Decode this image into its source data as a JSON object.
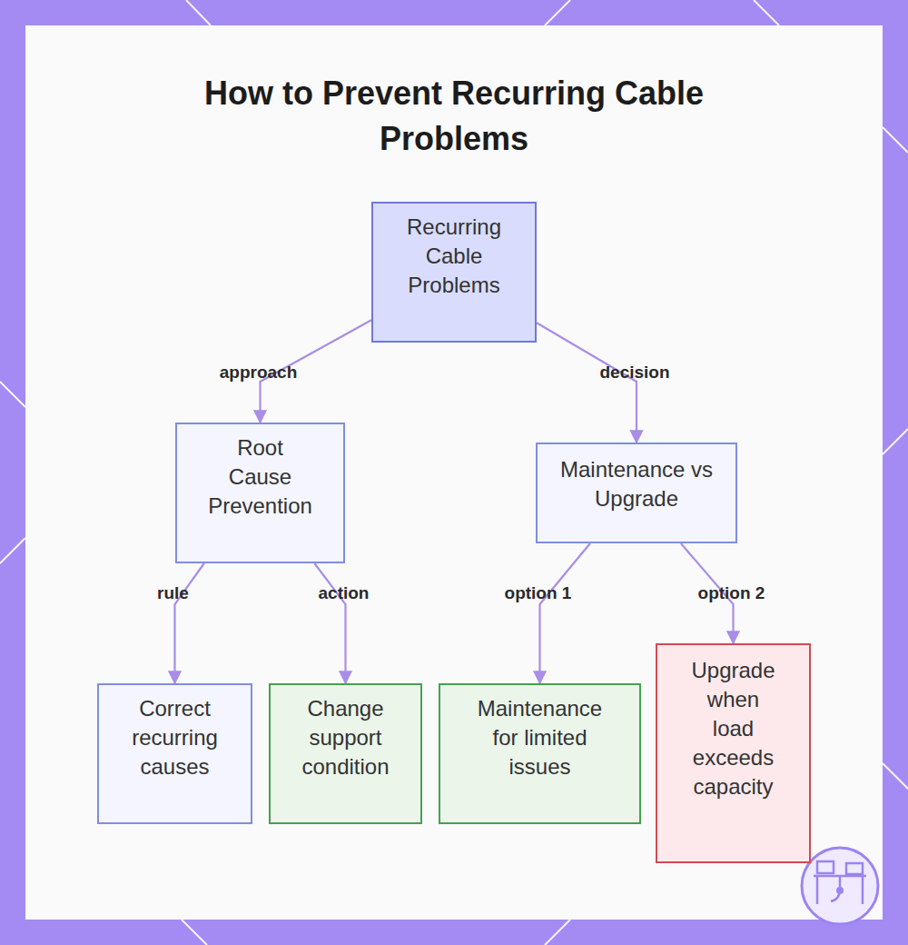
{
  "diagram": {
    "title": "How to Prevent Recurring Cable Problems",
    "nodes": [
      {
        "text": [
          "Recurring Cable Problems"
        ]
      },
      {
        "text": [
          "Root Cause Prevention"
        ]
      },
      {
        "text": [
          "Maintenance vs Upgrade"
        ]
      },
      {
        "text": [
          "Correct recurring causes"
        ]
      },
      {
        "text": [
          "Change support condition"
        ]
      },
      {
        "text": [
          "Maintenance for limited issues"
        ]
      },
      {
        "text": [
          "Upgrade when load exceeds capacity"
        ]
      }
    ],
    "edges": [
      {
        "from": 0,
        "to": 1,
        "label": "approach",
        "arrow": "to"
      },
      {
        "from": 0,
        "to": 2,
        "label": "decision",
        "arrow": "to"
      },
      {
        "from": 1,
        "to": 3,
        "label": "rule",
        "arrow": "to"
      },
      {
        "from": 1,
        "to": 4,
        "label": "action",
        "arrow": "to"
      },
      {
        "from": 2,
        "to": 5,
        "label": "option 1",
        "arrow": "to"
      },
      {
        "from": 2,
        "to": 6,
        "label": "option 2",
        "arrow": "to"
      }
    ]
  }
}
